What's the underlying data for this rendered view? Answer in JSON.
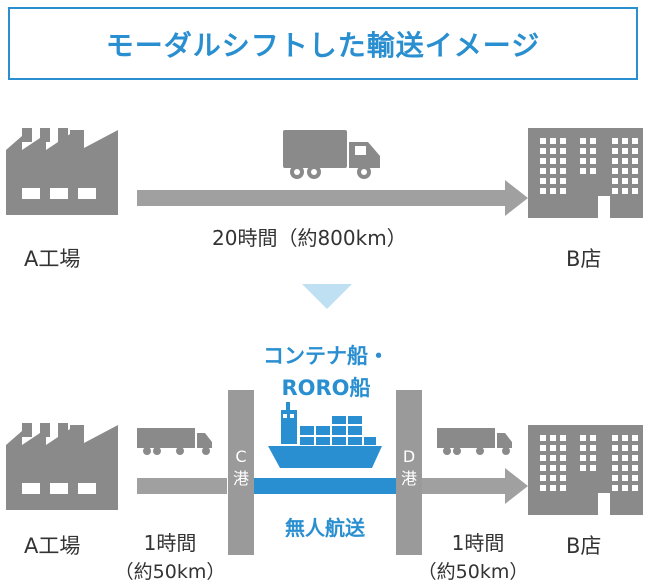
{
  "title": "モーダルシフトした輸送イメージ",
  "top": {
    "origin_label": "A工場",
    "dest_label": "B店",
    "route_label": "20時間（約800km）"
  },
  "bottom": {
    "origin_label": "A工場",
    "dest_label": "B店",
    "ship_label_line1": "コンテナ船・",
    "ship_label_line2": "RORO船",
    "port_c_line1": "C",
    "port_c_line2": "港",
    "port_d_line1": "D",
    "port_d_line2": "港",
    "sea_label": "無人航送",
    "left_leg_line1": "1時間",
    "left_leg_line2": "（約50km）",
    "right_leg_line1": "1時間",
    "right_leg_line2": "（約50km）"
  },
  "colors": {
    "accent": "#2a8fd0",
    "icon_gray": "#8a8a8a",
    "arrow_gray": "#a0a0a0",
    "port_gray": "#9a9a9a",
    "down_arrow": "#bfe0f3"
  },
  "icons": [
    "factory-icon",
    "truck-icon",
    "building-icon",
    "trailer-truck-icon",
    "container-ship-icon",
    "down-arrow-icon"
  ]
}
